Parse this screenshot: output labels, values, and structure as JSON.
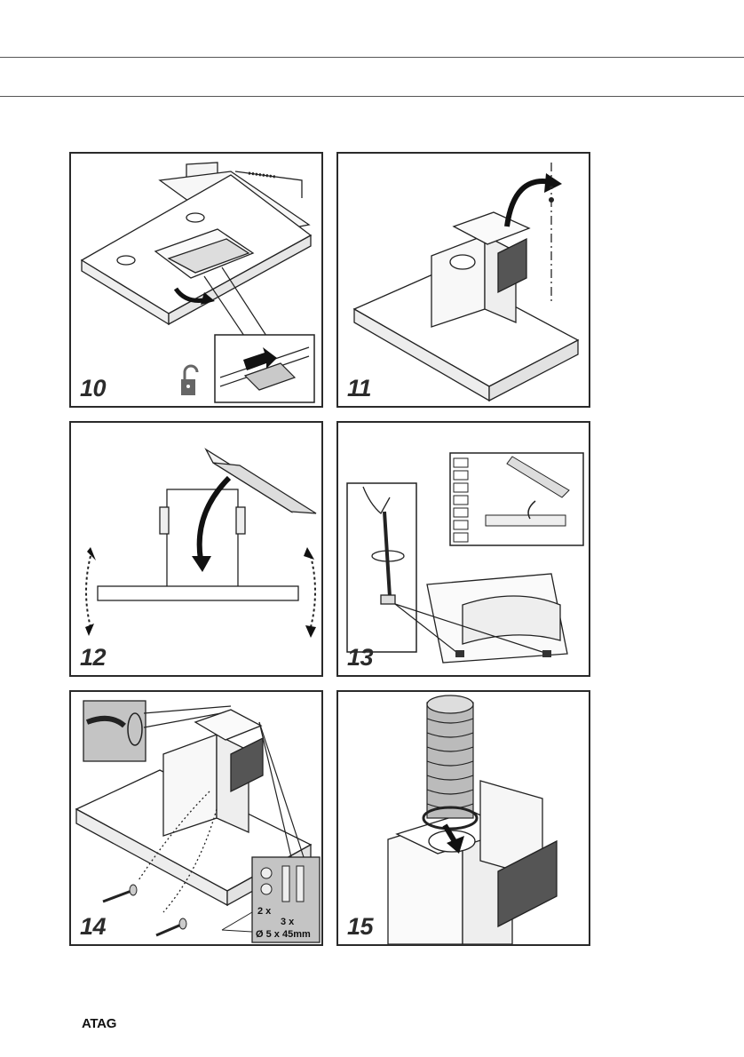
{
  "brand": {
    "logo_text": "ATAG"
  },
  "panels": [
    {
      "step": "10"
    },
    {
      "step": "11"
    },
    {
      "step": "12"
    },
    {
      "step": "13"
    },
    {
      "step": "14",
      "callout": {
        "washers": "2 x",
        "screws": "3 x",
        "size": "Ø 5 x 45mm"
      }
    },
    {
      "step": "15"
    }
  ]
}
